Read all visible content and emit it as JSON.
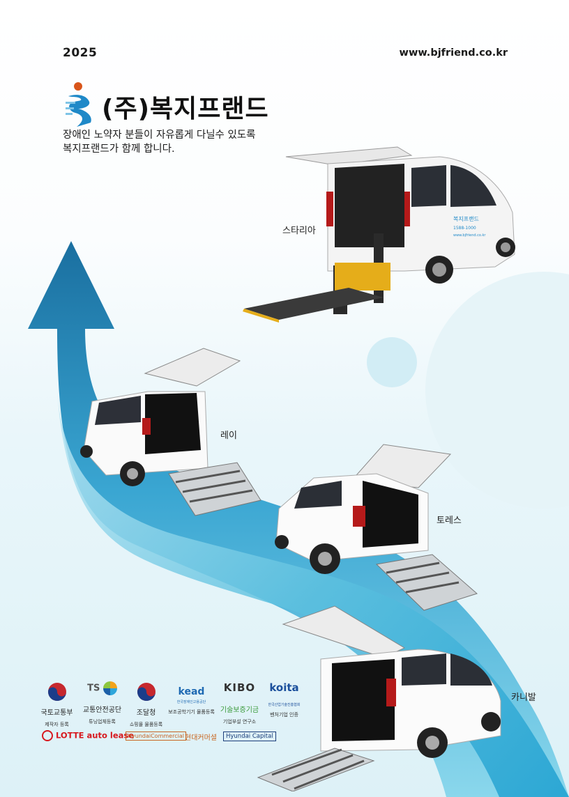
{
  "header": {
    "year": "2025",
    "website": "www.bjfriend.co.kr"
  },
  "brand": {
    "company_name": "(주)복지프랜드",
    "tagline_line1": "장애인 노약자 분들이 자유롭게 다닐수 있도록",
    "tagline_line2": "복지프랜드가 함께 합니다."
  },
  "vehicles": [
    {
      "label": "스타리아"
    },
    {
      "label": "레이"
    },
    {
      "label": "토레스"
    },
    {
      "label": "카니발"
    }
  ],
  "van_decal": {
    "line1": "복지프랜드",
    "line2": "1588-1000",
    "line3": "www.bjfriend.co.kr"
  },
  "certifications": [
    {
      "name": "국토교통부",
      "sub": "제작자 등록"
    },
    {
      "logo_text": "TS",
      "name": "교통안전공단",
      "sub": "튜닝업체등록"
    },
    {
      "name": "조달청",
      "sub": "쇼핑몰 물품등록"
    },
    {
      "logo_text": "kead",
      "logo_sub": "한국장애인고용공단",
      "name": "",
      "sub": "보조공학기기 물품등록"
    },
    {
      "logo_text": "KIBO",
      "name": "기술보증기금",
      "sub": "기업부설 연구소"
    },
    {
      "logo_text": "koita",
      "logo_sub": "한국산업기술진흥협회",
      "name": "",
      "sub": "벤처기업 인증"
    }
  ],
  "partners": {
    "lotte": "LOTTE auto lease",
    "hyundai_commercial_en": "HyundaiCommercial",
    "hyundai_commercial_ko": "현대커머셜",
    "hyundai_capital": "Hyundai Capital"
  },
  "colors": {
    "brand_blue": "#1f89c8",
    "arrow_top": "#1779a8",
    "ribbon": "#5cc0df",
    "accent_yellow": "#e5ad1a",
    "lotte_red": "#d7191f"
  }
}
